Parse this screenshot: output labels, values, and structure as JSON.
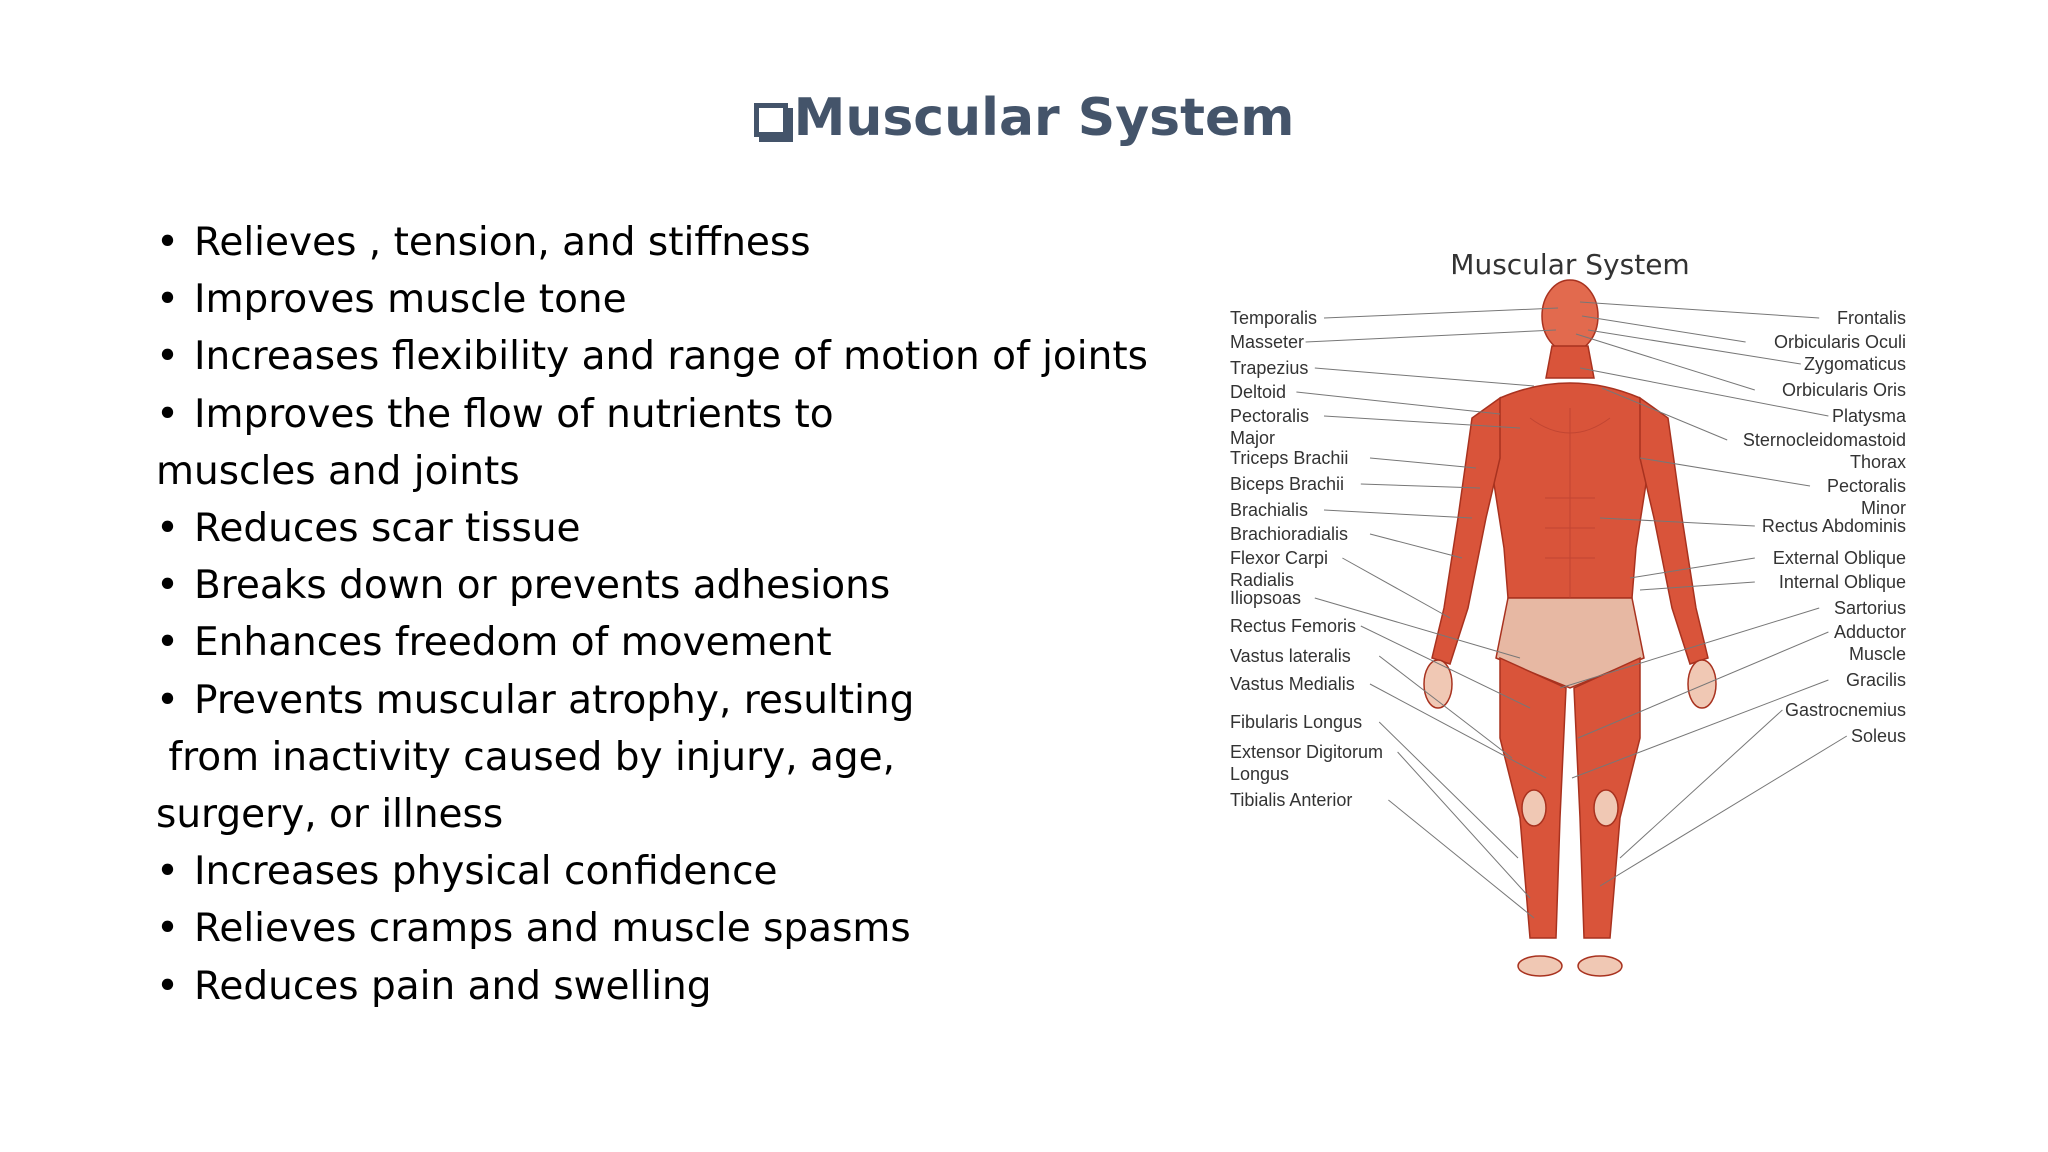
{
  "title": "Muscular System",
  "bullets": [
    {
      "text": "Relieves , tension, and stiffness",
      "bullet": true
    },
    {
      "text": "Improves muscle tone",
      "bullet": true
    },
    {
      "text": "Increases flexibility and range of motion of joints",
      "bullet": true
    },
    {
      "text": "Improves the flow of nutrients to",
      "bullet": true
    },
    {
      "text": "muscles and joints",
      "bullet": false
    },
    {
      "text": "Reduces scar tissue",
      "bullet": true
    },
    {
      "text": "Breaks down or prevents adhesions",
      "bullet": true
    },
    {
      "text": "Enhances freedom of movement",
      "bullet": true
    },
    {
      "text": "Prevents muscular atrophy, resulting",
      "bullet": true
    },
    {
      "text": " from inactivity caused by injury, age,",
      "bullet": false
    },
    {
      "text": "surgery, or illness",
      "bullet": false
    },
    {
      "text": "Increases physical confidence",
      "bullet": true
    },
    {
      "text": "Relieves cramps and muscle spasms",
      "bullet": true
    },
    {
      "text": "Reduces pain and swelling",
      "bullet": true
    }
  ],
  "figure": {
    "title": "Muscular System",
    "left_labels": [
      "Temporalis",
      "Masseter",
      "Trapezius",
      "Deltoid",
      "Pectoralis\nMajor",
      "Triceps Brachii",
      "Biceps Brachii",
      "Brachialis",
      "Brachioradialis",
      "Flexor Carpi\nRadialis",
      "Iliopsoas",
      "Rectus Femoris",
      "Vastus lateralis",
      "Vastus Medialis",
      "Fibularis Longus",
      "Extensor Digitorum\nLongus",
      "Tibialis Anterior"
    ],
    "right_labels": [
      "Frontalis",
      "Orbicularis Oculi",
      "Zygomaticus",
      "Orbicularis Oris",
      "Platysma",
      "Sternocleidomastoid\nThorax",
      "Pectoralis\nMinor",
      "Rectus Abdominis",
      "External Oblique",
      "Internal Oblique",
      "Sartorius",
      "Adductor\nMuscle",
      "Gracilis",
      "Gastrocnemius",
      "Soleus"
    ]
  },
  "colors": {
    "title": "#44546a",
    "muscle": "#d9543a",
    "text": "#000000"
  }
}
